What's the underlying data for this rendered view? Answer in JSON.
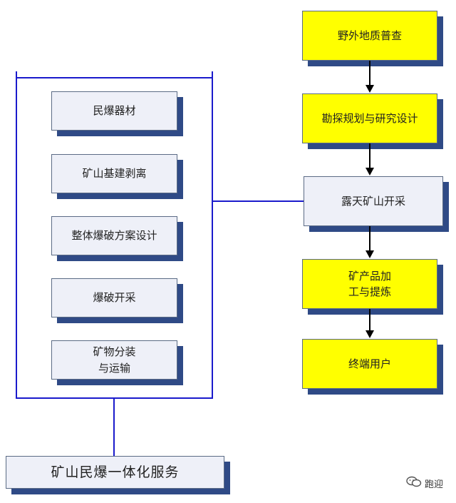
{
  "right_flow": [
    {
      "label": "野外地质普查"
    },
    {
      "label": "勘探规划与研究设计"
    },
    {
      "label": "露天矿山开采"
    },
    {
      "label": "矿产品加\n工与提炼"
    },
    {
      "label": "终端用户"
    }
  ],
  "left_group": [
    {
      "label": "民爆器材"
    },
    {
      "label": "矿山基建剥离"
    },
    {
      "label": "整体爆破方案设计"
    },
    {
      "label": "爆破开采"
    },
    {
      "label": "矿物分装\n与运输"
    }
  ],
  "bottom_box": {
    "label": "矿山民爆一体化服务"
  },
  "watermark": {
    "text": "跑迎"
  },
  "colors": {
    "yellow": "#ffff00",
    "lavender": "#eef0f8",
    "shadow": "#2f4a86",
    "connector": "#1a1acc"
  }
}
